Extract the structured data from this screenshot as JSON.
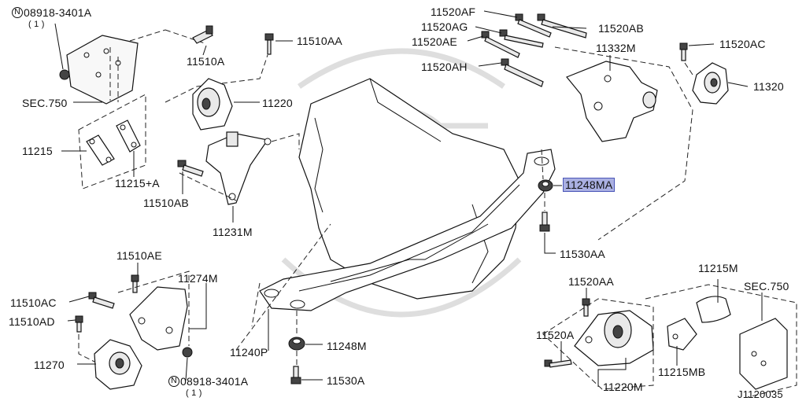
{
  "diagram_id": "J1120035",
  "labels": {
    "l08918_top": "08918-3401A",
    "l08918_top_qty": "( 1 )",
    "l11510A": "11510A",
    "l11510AA": "11510AA",
    "sec750_left": "SEC.750",
    "l11220": "11220",
    "l11215": "11215",
    "l11215A": "11215+A",
    "l11510AB": "11510AB",
    "l11231M": "11231M",
    "l11520AF": "11520AF",
    "l11520AG": "11520AG",
    "l11520AE": "11520AE",
    "l11520AH": "11520AH",
    "l11520AB": "11520AB",
    "l11332M": "11332M",
    "l11520AC": "11520AC",
    "l11320": "11320",
    "l11248MA": "11248MA",
    "l11530AA": "11530AA",
    "l11510AE": "11510AE",
    "l11274M": "11274M",
    "l11510AC": "11510AC",
    "l11510AD": "11510AD",
    "l11270": "11270",
    "l08918_bot": "08918-3401A",
    "l08918_bot_qty": "( 1 )",
    "l11240P": "11240P",
    "l11248M": "11248M",
    "l11530A": "11530A",
    "l11520AA": "11520AA",
    "l11215M": "11215M",
    "sec750_right": "SEC.750",
    "l11520A": "11520A",
    "l11215MB": "11215MB",
    "l11220M": "11220M"
  },
  "nut_symbol": "N",
  "highlight_color": "#aab0e2"
}
